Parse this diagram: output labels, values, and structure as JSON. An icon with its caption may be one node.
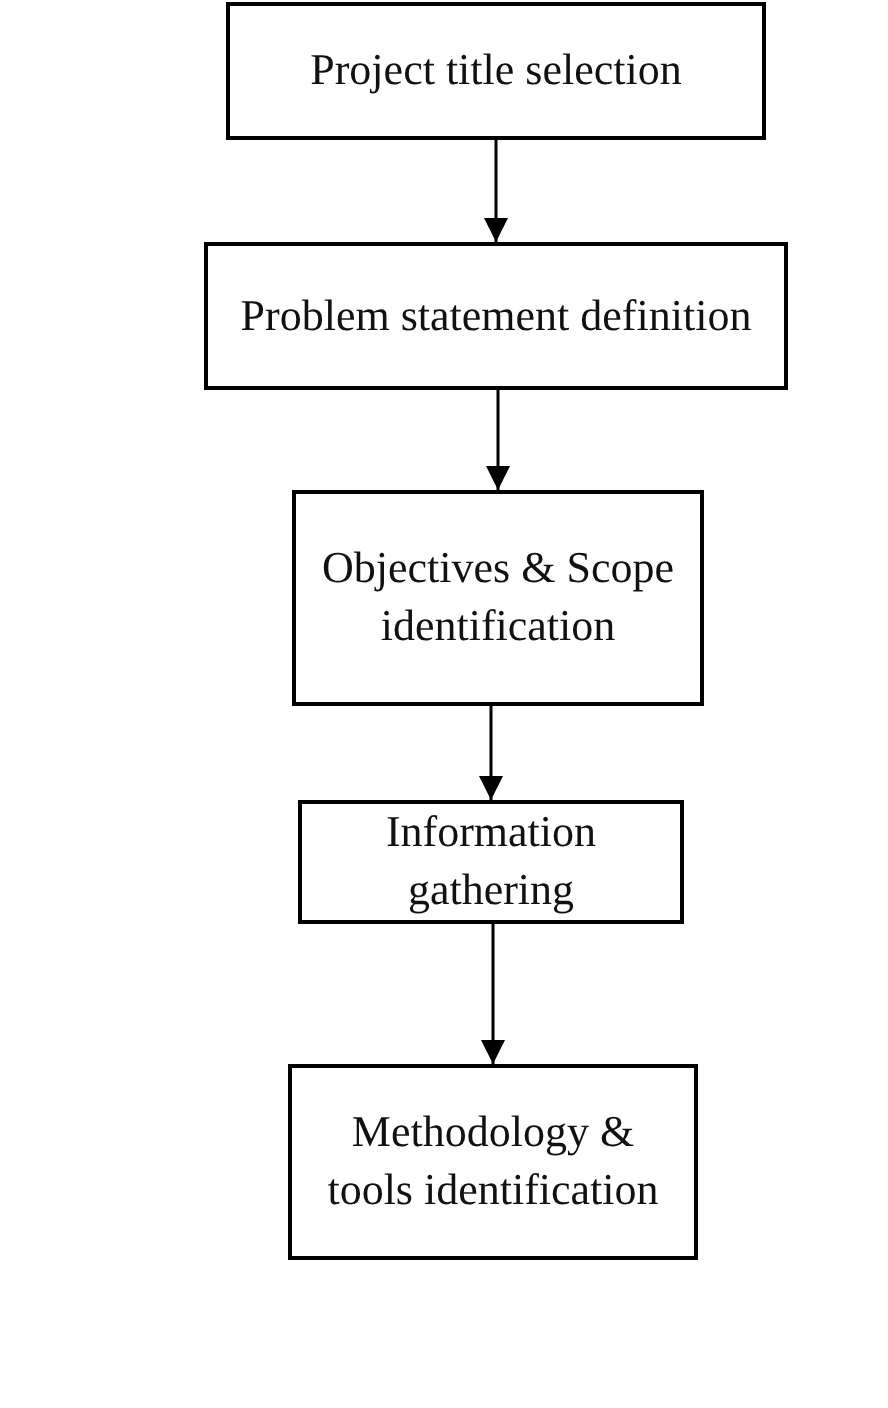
{
  "diagram": {
    "nodes": [
      {
        "text": [
          "Project title selection"
        ]
      },
      {
        "text": [
          "Problem statement definition"
        ]
      },
      {
        "text": [
          "Objectives & Scope identification"
        ]
      },
      {
        "text": [
          "Information gathering"
        ]
      },
      {
        "text": [
          "Methodology & tools identification"
        ]
      }
    ],
    "edges": [
      {
        "from": 0,
        "to": 1,
        "arrow": "to"
      },
      {
        "from": 1,
        "to": 2,
        "arrow": "to"
      },
      {
        "from": 2,
        "to": 3,
        "arrow": "to"
      },
      {
        "from": 3,
        "to": 4,
        "arrow": "to"
      }
    ]
  }
}
